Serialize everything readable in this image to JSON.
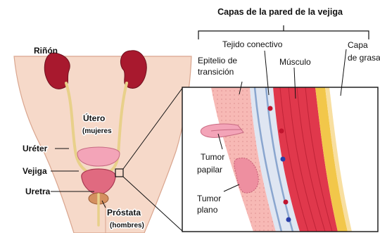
{
  "title": "Capas de la pared de la vejiga",
  "labels": {
    "rinon": "Riñón",
    "utero": "Útero",
    "utero_note": "(mujeres",
    "ureter": "Uréter",
    "vejiga": "Vejiga",
    "uretra": "Uretra",
    "prostata": "Próstata",
    "prostata_note": "(hombres)",
    "tejido_conectivo": "Tejido conectivo",
    "epitelio_line1": "Epitelio de",
    "epitelio_line2": "transición",
    "musculo": "Músculo",
    "capa_line1": "Capa",
    "capa_line2": "de grasa",
    "tumor_papilar_line1": "Tumor",
    "tumor_papilar_line2": "papilar",
    "tumor_plano_line1": "Tumor",
    "tumor_plano_line2": "plano"
  },
  "colors": {
    "skin": "#f6d9c9",
    "kidney": "#a8192e",
    "ureter": "#e8d08a",
    "uterus": "#f3a4b8",
    "bladder": "#e06a80",
    "epithelium": "#f7b9b5",
    "connective": "#dfe6f2",
    "muscle": "#e0384c",
    "fat": "#f2c74a"
  }
}
